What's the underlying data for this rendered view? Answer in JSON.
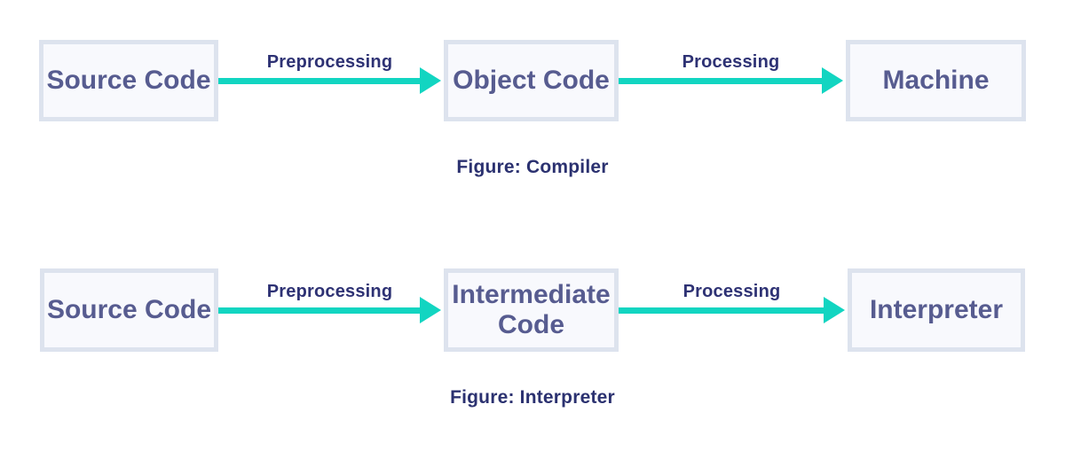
{
  "colors": {
    "arrow_teal": "#12d5c1",
    "label_navy": "#2e3274",
    "caption_navy": "#2b3170",
    "node_text": "#575c90",
    "node_border": "#dde3ee",
    "node_fill": "#f8f9fd"
  },
  "diagrams": [
    {
      "caption": "Figure: Compiler",
      "nodes": [
        "Source Code",
        "Object Code",
        "Machine"
      ],
      "arrows": [
        "Preprocessing",
        "Processing"
      ]
    },
    {
      "caption": "Figure: Interpreter",
      "nodes": [
        "Source Code",
        "Intermediate Code",
        "Interpreter"
      ],
      "arrows": [
        "Preprocessing",
        "Processing"
      ]
    }
  ]
}
